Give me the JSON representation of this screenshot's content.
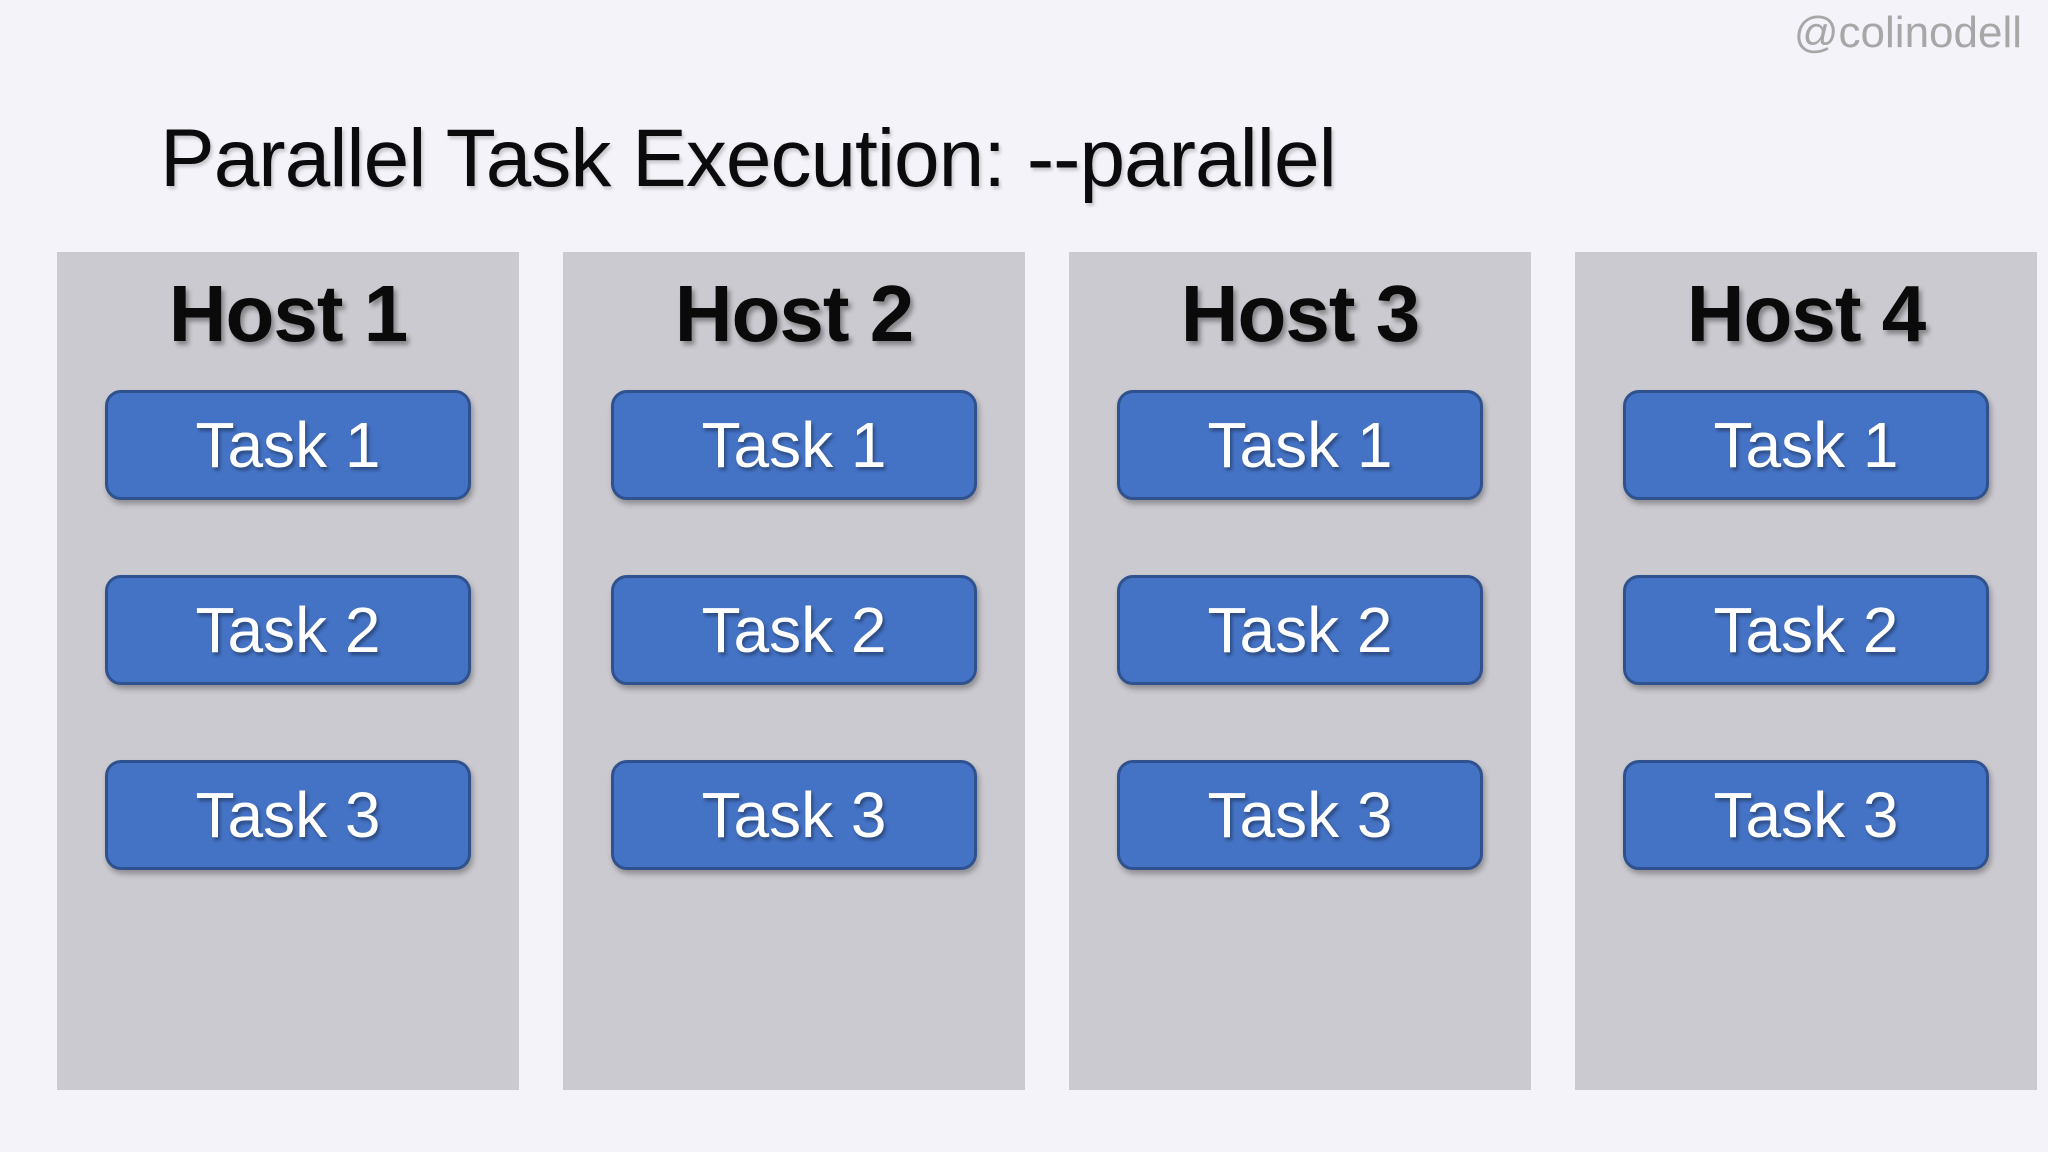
{
  "watermark": "@colinodell",
  "title": "Parallel Task Execution: --parallel",
  "hosts": [
    {
      "name": "Host 1",
      "tasks": [
        "Task 1",
        "Task 2",
        "Task 3"
      ]
    },
    {
      "name": "Host 2",
      "tasks": [
        "Task 1",
        "Task 2",
        "Task 3"
      ]
    },
    {
      "name": "Host 3",
      "tasks": [
        "Task 1",
        "Task 2",
        "Task 3"
      ]
    },
    {
      "name": "Host 4",
      "tasks": [
        "Task 1",
        "Task 2",
        "Task 3"
      ]
    }
  ],
  "colors": {
    "background": "#f4f3f9",
    "column_fill": "#cbcad0",
    "task_fill": "#4472c4",
    "task_border": "#2f528f",
    "task_text": "#ffffff",
    "heading_text": "#0a0a0a",
    "title_text": "#0b0b0e",
    "watermark_text": "#a7a7a7"
  }
}
